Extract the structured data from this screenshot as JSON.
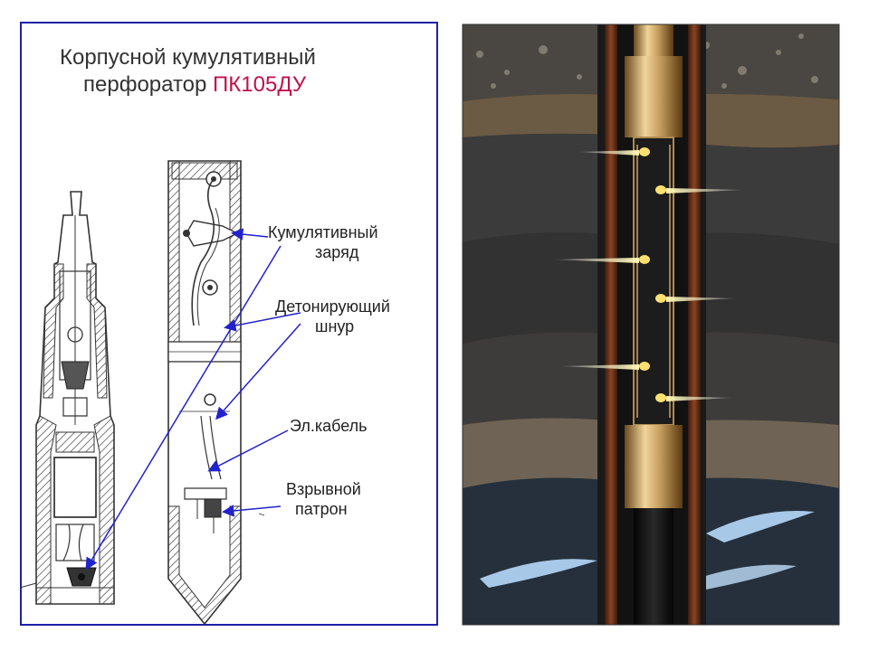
{
  "title": {
    "line1": "Корпусной кумулятивный",
    "line2_prefix": "перфоратор ",
    "line2_model": "ПК105ДУ"
  },
  "labels": {
    "charge_line1": "Кумулятивный",
    "charge_line2": "заряд",
    "cord_line1": "Детонирующий",
    "cord_line2": "шнур",
    "cable": "Эл.кабель",
    "cartridge_line1": "Взрывной",
    "cartridge_line2": "патрон"
  },
  "colors": {
    "frame": "#1f1fa8",
    "title_accent": "#c0124a",
    "arrow": "#2222cc",
    "casing": "#c8a060",
    "pipe_wall": "#7a3a20",
    "rock_dark": "#3a3a3a",
    "water": "#a8c8e8"
  }
}
